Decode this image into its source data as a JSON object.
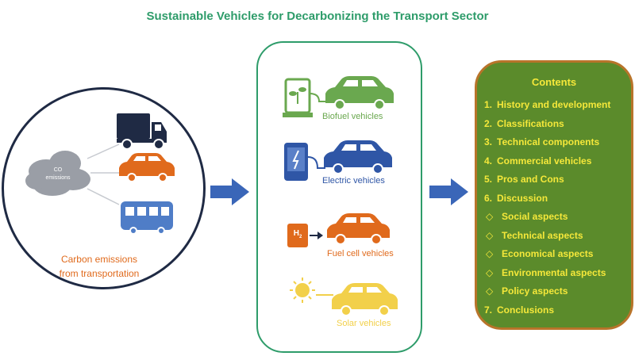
{
  "title": "Sustainable Vehicles for Decarbonizing the Transport Sector",
  "left": {
    "cloud_label_1": "CO",
    "cloud_label_2": "emissions",
    "caption_line1": "Carbon emissions",
    "caption_line2": "from transportation"
  },
  "vehicles": [
    {
      "label": "Biofuel vehicles",
      "color": "#6aa84f"
    },
    {
      "label": "Electric vehicles",
      "color": "#2f56a6"
    },
    {
      "label": "Fuel cell vehicles",
      "color": "#e06a1c"
    },
    {
      "label": "Solar vehicles",
      "color": "#f2d04a"
    }
  ],
  "h2_label": "H",
  "contents": {
    "title": "Contents",
    "items": [
      {
        "num": "1.",
        "text": "History and development",
        "sub": false
      },
      {
        "num": "2.",
        "text": "Classifications",
        "sub": false
      },
      {
        "num": "3.",
        "text": "Technical components",
        "sub": false
      },
      {
        "num": "4.",
        "text": "Commercial vehicles",
        "sub": false
      },
      {
        "num": "5.",
        "text": "Pros and Cons",
        "sub": false
      },
      {
        "num": "6.",
        "text": "Discussion",
        "sub": false
      },
      {
        "num": "◇",
        "text": "Social aspects",
        "sub": true
      },
      {
        "num": "◇",
        "text": "Technical aspects",
        "sub": true
      },
      {
        "num": "◇",
        "text": "Economical aspects",
        "sub": true
      },
      {
        "num": "◇",
        "text": "Environmental aspects",
        "sub": true
      },
      {
        "num": "◇",
        "text": "Policy aspects",
        "sub": true
      },
      {
        "num": "7.",
        "text": "Conclusions",
        "sub": false
      }
    ]
  },
  "colors": {
    "accent_green": "#2e9c6a",
    "navy": "#1f2a44",
    "orange": "#e06a1c",
    "blue": "#2f56a6",
    "arrow_blue": "#3a66b8",
    "contents_bg": "#5b8b2b",
    "contents_border": "#b8742a",
    "contents_text": "#f5e83a"
  }
}
